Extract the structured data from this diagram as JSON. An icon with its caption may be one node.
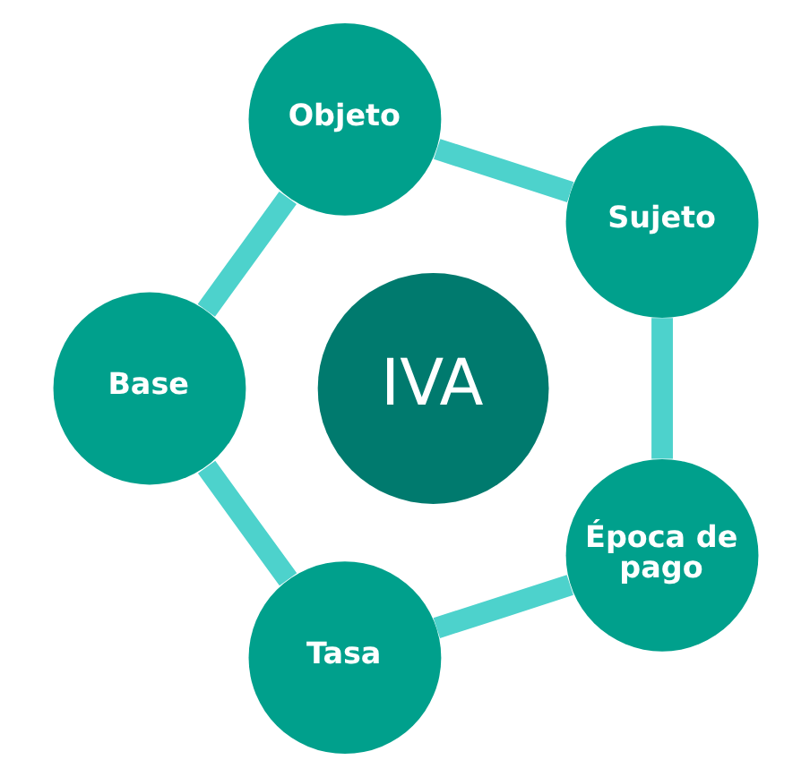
{
  "diagram": {
    "nodes": [
      {
        "text": [
          "IVA"
        ]
      },
      {
        "text": [
          "Sujeto"
        ]
      },
      {
        "text": [
          "Objeto"
        ]
      },
      {
        "text": [
          "Base"
        ]
      },
      {
        "text": [
          "Tasa"
        ]
      },
      {
        "text": [
          "Época de pago"
        ]
      }
    ],
    "edges": [
      {
        "from": 1,
        "to": 2,
        "arrow": "none"
      },
      {
        "from": 2,
        "to": 3,
        "arrow": "none"
      },
      {
        "from": 3,
        "to": 4,
        "arrow": "none"
      },
      {
        "from": 4,
        "to": 5,
        "arrow": "none"
      },
      {
        "from": 5,
        "to": 1,
        "arrow": "none"
      }
    ]
  }
}
